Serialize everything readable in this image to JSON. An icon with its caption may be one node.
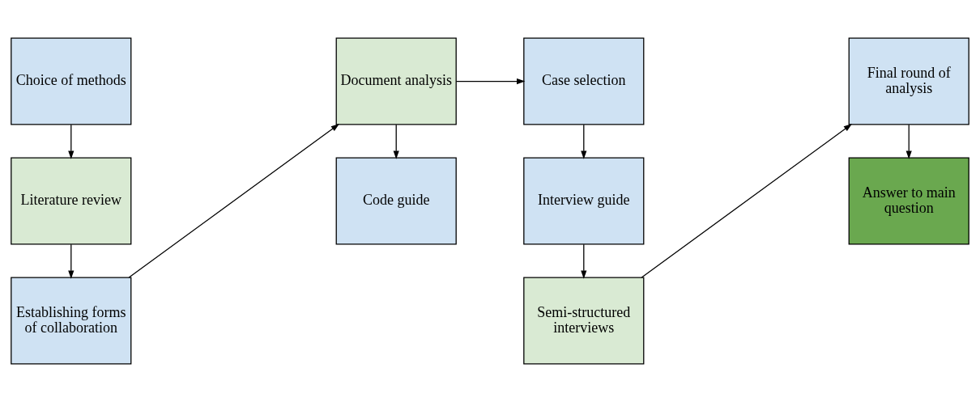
{
  "diagram": {
    "nodes": [
      {
        "text": [
          "Choice of methods"
        ]
      },
      {
        "text": [
          "Literature review"
        ]
      },
      {
        "text": [
          "Establishing forms of collaboration"
        ]
      },
      {
        "text": [
          "Document analysis"
        ]
      },
      {
        "text": [
          "Code guide"
        ]
      },
      {
        "text": [
          "Case selection"
        ]
      },
      {
        "text": [
          "Interview guide"
        ]
      },
      {
        "text": [
          "Semi-structured interviews"
        ]
      },
      {
        "text": [
          "Final round of analysis"
        ]
      },
      {
        "text": [
          "Answer to main question"
        ]
      }
    ],
    "edges": [
      {
        "from": 0,
        "to": 1,
        "arrow": "to"
      },
      {
        "from": 1,
        "to": 2,
        "arrow": "to"
      },
      {
        "from": 2,
        "to": 3,
        "arrow": "to"
      },
      {
        "from": 3,
        "to": 4,
        "arrow": "to"
      },
      {
        "from": 3,
        "to": 5,
        "arrow": "to"
      },
      {
        "from": 5,
        "to": 6,
        "arrow": "to"
      },
      {
        "from": 6,
        "to": 7,
        "arrow": "to"
      },
      {
        "from": 7,
        "to": 8,
        "arrow": "to"
      },
      {
        "from": 8,
        "to": 9,
        "arrow": "to"
      }
    ]
  }
}
